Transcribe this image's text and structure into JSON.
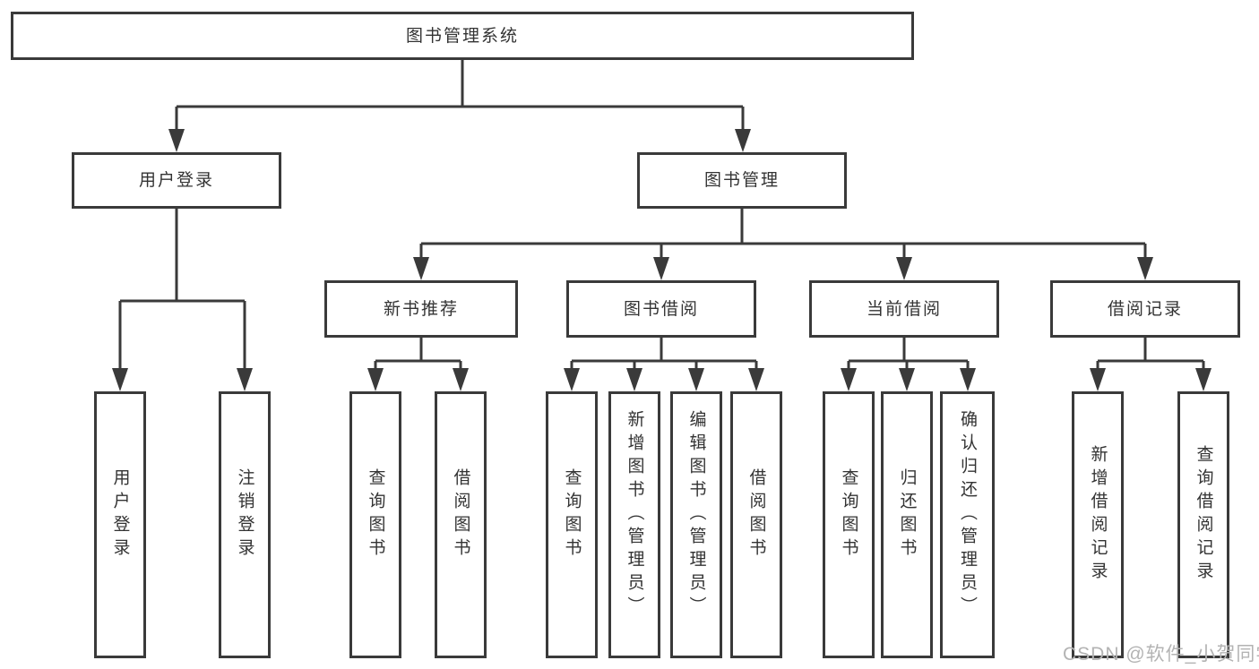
{
  "diagram_title": "图书管理系统",
  "colors": {
    "line": "#3a3a3a",
    "box_background": "#ffffff",
    "text": "#333333",
    "watermark": "#b3b3b3"
  },
  "nodes": {
    "root": {
      "label": "图书管理系统"
    },
    "user_login": {
      "label": "用户登录"
    },
    "book_mgmt": {
      "label": "图书管理"
    },
    "new_book_rec": {
      "label": "新书推荐"
    },
    "book_borrow": {
      "label": "图书借阅"
    },
    "current_borrow": {
      "label": "当前借阅"
    },
    "borrow_records": {
      "label": "借阅记录"
    }
  },
  "leaves": [
    {
      "id": "leaf_0",
      "label": "用户登录"
    },
    {
      "id": "leaf_1",
      "label": "注销登录"
    },
    {
      "id": "leaf_2",
      "label": "查询图书"
    },
    {
      "id": "leaf_3",
      "label": "借阅图书"
    },
    {
      "id": "leaf_4",
      "label": "查询图书"
    },
    {
      "id": "leaf_5",
      "label": "新增图书（管理员）"
    },
    {
      "id": "leaf_6",
      "label": "编辑图书（管理员）"
    },
    {
      "id": "leaf_7",
      "label": "借阅图书"
    },
    {
      "id": "leaf_8",
      "label": "查询图书"
    },
    {
      "id": "leaf_9",
      "label": "归还图书"
    },
    {
      "id": "leaf_10",
      "label": "确认归还（管理员）"
    },
    {
      "id": "leaf_11",
      "label": "新增借阅记录"
    },
    {
      "id": "leaf_12",
      "label": "查询借阅记录"
    }
  ],
  "edges": [
    [
      "root",
      "user_login"
    ],
    [
      "root",
      "book_mgmt"
    ],
    [
      "user_login",
      "leaf_0"
    ],
    [
      "user_login",
      "leaf_1"
    ],
    [
      "book_mgmt",
      "new_book_rec"
    ],
    [
      "book_mgmt",
      "book_borrow"
    ],
    [
      "book_mgmt",
      "current_borrow"
    ],
    [
      "book_mgmt",
      "borrow_records"
    ],
    [
      "new_book_rec",
      "leaf_2"
    ],
    [
      "new_book_rec",
      "leaf_3"
    ],
    [
      "book_borrow",
      "leaf_4"
    ],
    [
      "book_borrow",
      "leaf_5"
    ],
    [
      "book_borrow",
      "leaf_6"
    ],
    [
      "book_borrow",
      "leaf_7"
    ],
    [
      "current_borrow",
      "leaf_8"
    ],
    [
      "current_borrow",
      "leaf_9"
    ],
    [
      "current_borrow",
      "leaf_10"
    ],
    [
      "borrow_records",
      "leaf_11"
    ],
    [
      "borrow_records",
      "leaf_12"
    ]
  ],
  "watermark": {
    "text": "CSDN @软件_小贺同学"
  }
}
